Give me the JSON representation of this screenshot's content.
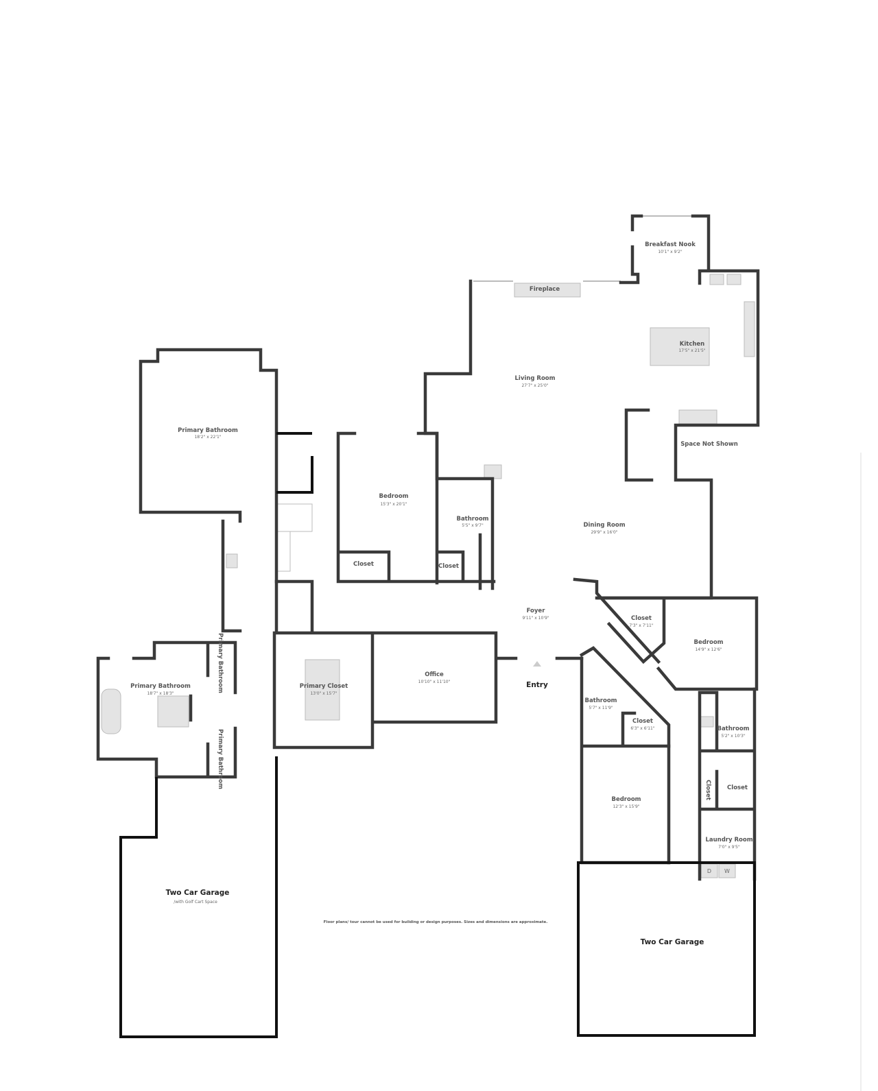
{
  "rooms": {
    "breakfast_nook": {
      "name": "Breakfast Nook",
      "dim": "10'1\" x 9'2\""
    },
    "fireplace": {
      "name": "Fireplace"
    },
    "kitchen": {
      "name": "Kitchen",
      "dim": "17'5\" x 21'5\""
    },
    "living_room": {
      "name": "Living Room",
      "dim": "27'7\" x 25'0\""
    },
    "space_not_shown": {
      "name": "Space Not Shown"
    },
    "primary_bathroom_main": {
      "name": "Primary Bathroom",
      "dim": "18'2\" x 22'1\""
    },
    "bedroom_1": {
      "name": "Bedroom",
      "dim": "15'3\" x 20'1\""
    },
    "bathroom_1": {
      "name": "Bathroom",
      "dim": "5'5\" x 9'7\""
    },
    "dining_room": {
      "name": "Dining Room",
      "dim": "29'9\" x 16'0\""
    },
    "closet_1": {
      "name": "Closet"
    },
    "closet_2": {
      "name": "Closet"
    },
    "foyer": {
      "name": "Foyer",
      "dim": "9'11\" x 10'9\""
    },
    "closet_3": {
      "name": "Closet",
      "dim": "7'3\" x 7'11\""
    },
    "bedroom_2": {
      "name": "Bedroom",
      "dim": "14'9\" x 12'6\""
    },
    "primary_bathroom_2": {
      "name": "Primary Bathroom",
      "dim": "18'7\" x 18'3\""
    },
    "primary_bathroom_wc_1": {
      "name": "Primary Bathroom"
    },
    "primary_bathroom_wc_2": {
      "name": "Primary Bathroom"
    },
    "primary_closet": {
      "name": "Primary Closet",
      "dim": "13'0\" x 15'7\""
    },
    "office": {
      "name": "Office",
      "dim": "10'10\" x 11'10\""
    },
    "entry": {
      "name": "Entry"
    },
    "bathroom_2": {
      "name": "Bathroom",
      "dim": "5'7\" x 11'9\""
    },
    "closet_4": {
      "name": "Closet",
      "dim": "6'3\" x 6'11\""
    },
    "bathroom_3": {
      "name": "Bathroom",
      "dim": "5'2\" x 10'3\""
    },
    "closet_5": {
      "name": "Closet"
    },
    "closet_6": {
      "name": "Closet"
    },
    "bedroom_3": {
      "name": "Bedroom",
      "dim": "12'3\" x 15'9\""
    },
    "laundry_room": {
      "name": "Laundry Room",
      "dim": "7'0\" x 9'5\"",
      "dryer": "D",
      "washer": "W"
    },
    "garage_left": {
      "name": "Two Car Garage",
      "sub": "/with Golf Cart Space"
    },
    "garage_right": {
      "name": "Two Car Garage"
    }
  },
  "disclaimer": "Floor plans/ tour cannot be used for building or design purposes.  Sizes and dimensions are approximate.",
  "colors": {
    "wall": "#3a3a3a",
    "fixture": "#e4e4e4",
    "background": "#ffffff"
  }
}
